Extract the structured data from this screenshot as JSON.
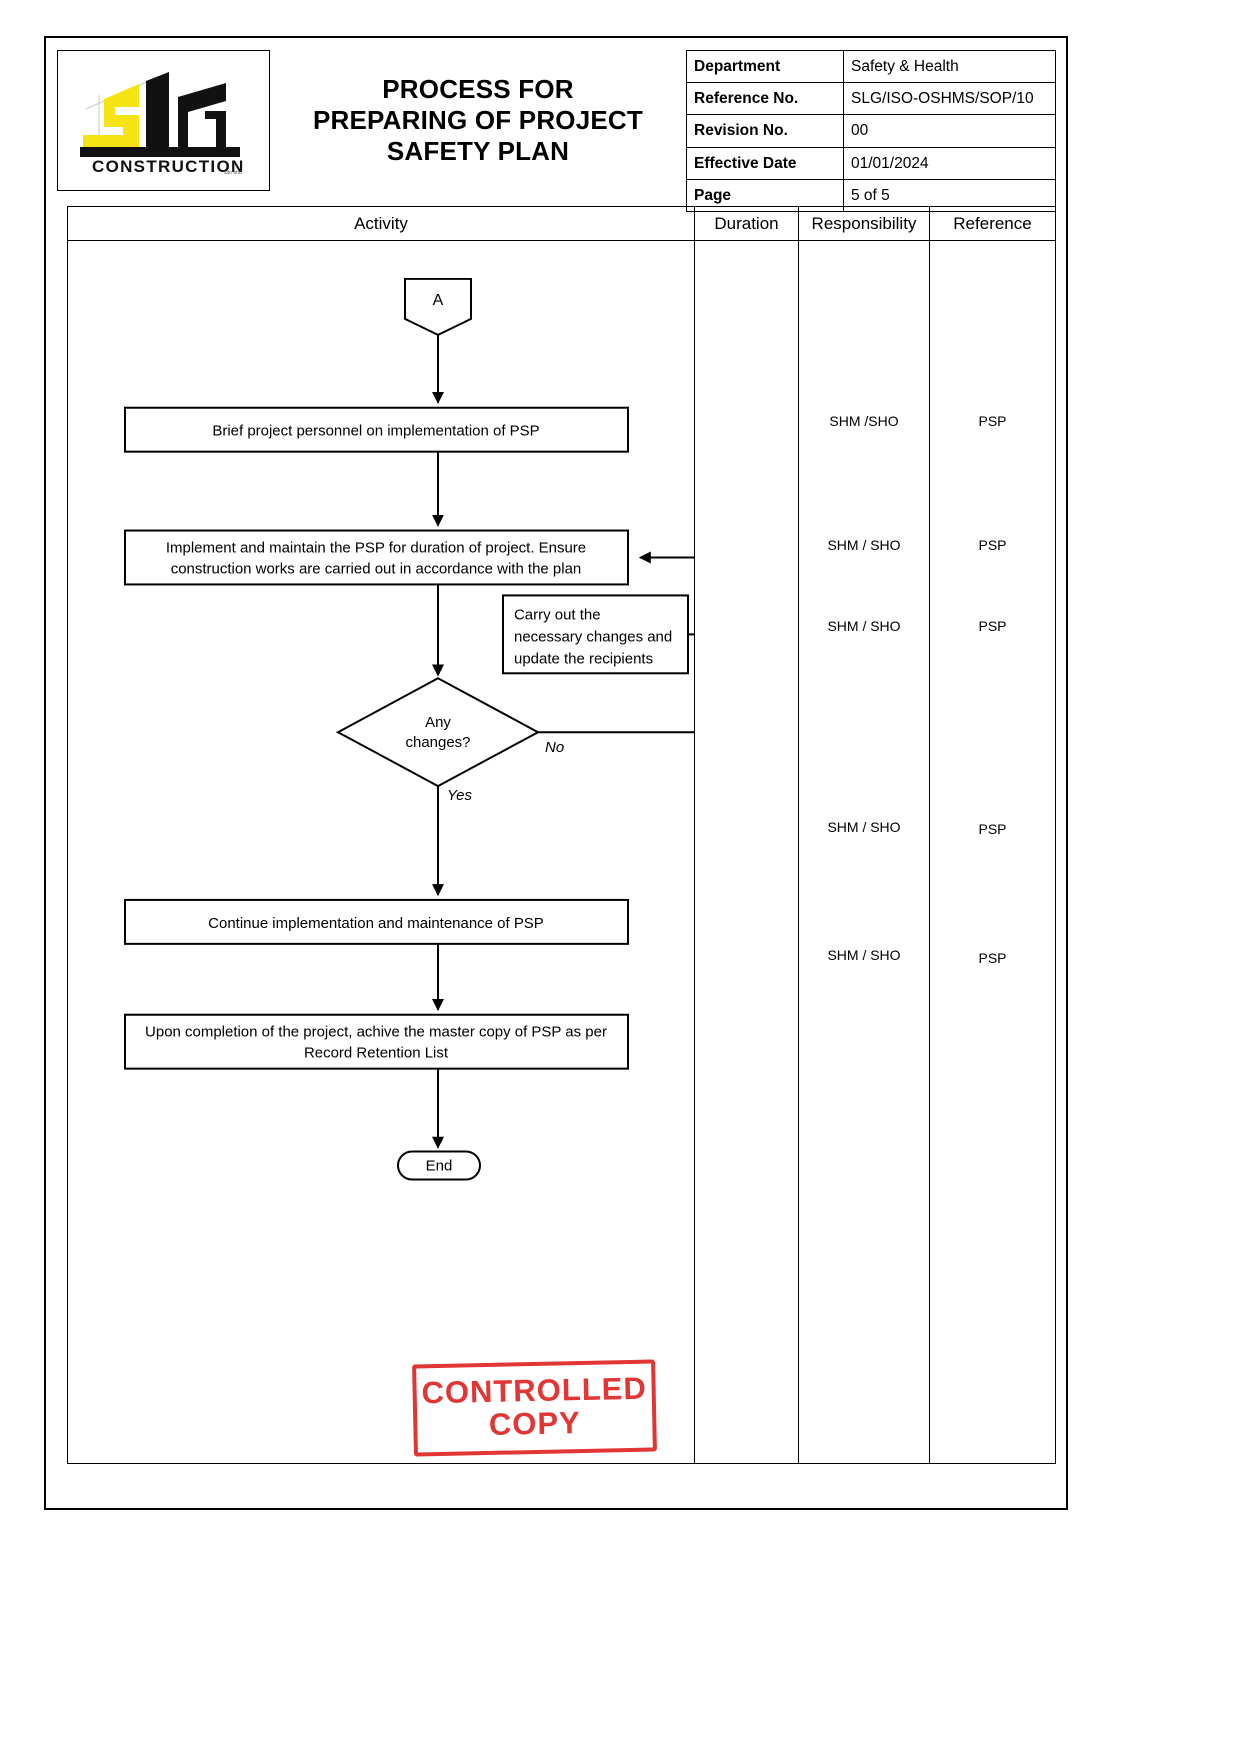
{
  "header": {
    "logo": {
      "brand": "SLG",
      "wordmark": "CONSTRUCTION",
      "sub": "sdn bhd"
    },
    "doc_title_lines": [
      "PROCESS FOR",
      "PREPARING OF PROJECT",
      "SAFETY PLAN"
    ],
    "meta": [
      {
        "key": "Department",
        "value": "Safety & Health"
      },
      {
        "key": "Reference No.",
        "value": "SLG/ISO-OSHMS/SOP/10"
      },
      {
        "key": "Revision No.",
        "value": "00"
      },
      {
        "key": "Effective Date",
        "value": "01/01/2024"
      },
      {
        "key": "Page",
        "value": "5 of 5"
      }
    ]
  },
  "table": {
    "columns": [
      "Activity",
      "Duration",
      "Responsibility",
      "Reference"
    ]
  },
  "flow": {
    "connector_in": "A",
    "steps": [
      {
        "id": "step1",
        "text": "Brief project personnel on implementation of PSP"
      },
      {
        "id": "step2",
        "text": "Implement and maintain the PSP for duration of project. Ensure construction works are carried out in accordance with the plan"
      },
      {
        "id": "side1",
        "text": "Carry out the necessary changes and update the recipients"
      },
      {
        "id": "decision",
        "text_line1": "Any",
        "text_line2": "changes?"
      },
      {
        "id": "step3",
        "text": "Continue implementation and maintenance of PSP"
      },
      {
        "id": "step4",
        "text": "Upon completion of the project, achive the master copy of PSP as per Record Retention List"
      },
      {
        "id": "end",
        "text": "End"
      }
    ],
    "branch_labels": {
      "yes": "Yes",
      "no": "No"
    }
  },
  "rows": [
    {
      "duration": "",
      "responsibility": "SHM /SHO",
      "reference": "PSP"
    },
    {
      "duration": "",
      "responsibility": "SHM / SHO",
      "reference": "PSP"
    },
    {
      "duration": "",
      "responsibility": "SHM / SHO",
      "reference": "PSP"
    },
    {
      "duration": "",
      "responsibility": "SHM / SHO",
      "reference": "PSP"
    },
    {
      "duration": "",
      "responsibility": "SHM / SHO",
      "reference": "PSP"
    }
  ],
  "stamp": {
    "line1": "CONTROLLED",
    "line2": "COPY",
    "color": "#e02424"
  }
}
